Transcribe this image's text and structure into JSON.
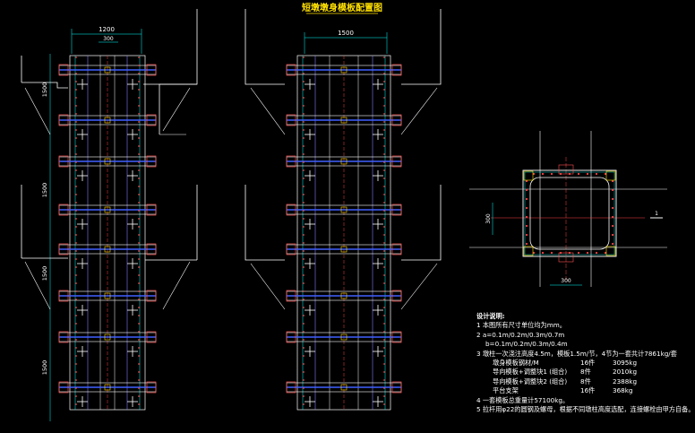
{
  "title": "短墩墩身模板配置图",
  "left_elevation": {
    "width_dim": "1200",
    "inner_dim": "300",
    "vertical_dims": [
      "1500",
      "1500",
      "1500",
      "1500"
    ]
  },
  "middle_elevation": {
    "width_dim": "1500"
  },
  "plan_view": {
    "side_dim": "300",
    "bottom_dim": "300",
    "section_mark": "1"
  },
  "notes": {
    "heading": "设计说明:",
    "line1": "1  本图所有尺寸单位均为mm。",
    "line2a": "2  a=0.1m/0.2m/0.3m/0.7m",
    "line2b": "b=0.1m/0.2m/0.3m/0.4m",
    "line3": "3  墩柱一次浇注高度4.5m，模板1.5m/节，4节为一套共计7861kg/套",
    "items": [
      {
        "name": "墩身模板钢材/M",
        "count": "16件",
        "weight": "3095kg"
      },
      {
        "name": "导向模板+调整块1 (组合)",
        "count": "8件",
        "weight": "2010kg"
      },
      {
        "name": "导向模板+调整块2 (组合)",
        "count": "8件",
        "weight": "2388kg"
      },
      {
        "name": "平台支架",
        "count": "16件",
        "weight": "368kg"
      }
    ],
    "line4": "4  一套模板总重量计57100kg。",
    "line5": "5  拉杆用φ22的圆钢及螺母，根据不同墩柱高度选配，连接螺栓由甲方自备。"
  }
}
